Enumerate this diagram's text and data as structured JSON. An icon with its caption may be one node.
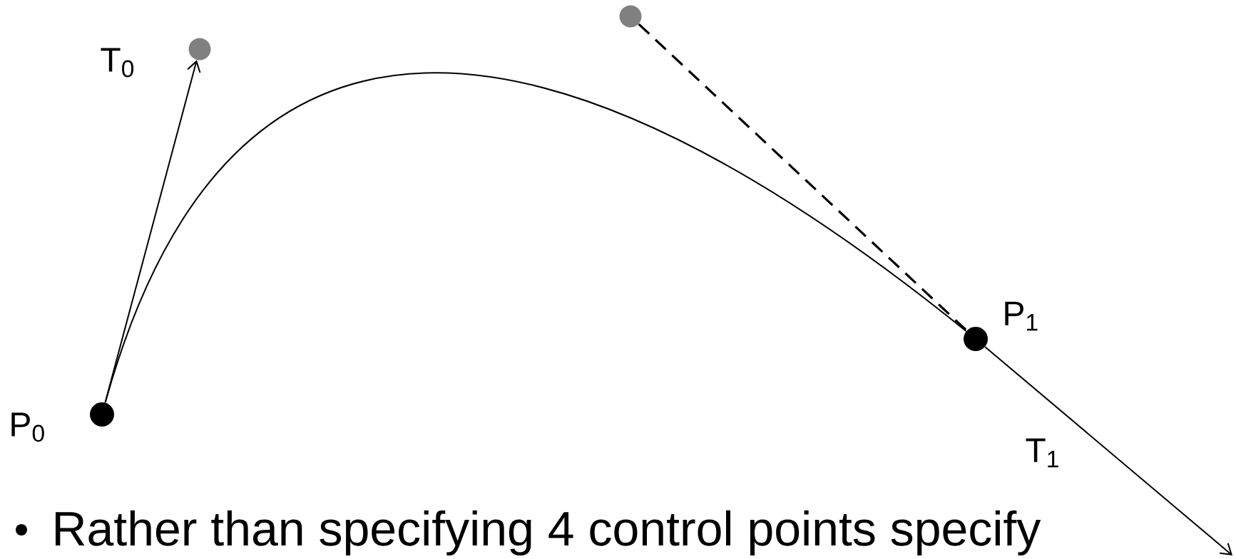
{
  "diagram": {
    "nodes": [
      {
        "text": [],
        "shape": "circle",
        "beside": [
          "P$_{0}$"
        ]
      },
      {
        "text": [],
        "shape": "circle"
      },
      {
        "text": [],
        "shape": "circle"
      },
      {
        "text": [],
        "shape": "circle",
        "beside": [
          "P$_{1}$"
        ]
      }
    ],
    "edges": [
      {
        "from": 0,
        "to": 1,
        "arrow": "to"
      },
      {
        "from": 0,
        "to": 3,
        "arrow": "none"
      },
      {
        "from": 2,
        "to": 3,
        "arrow": "none",
        "style": "dashed"
      },
      {
        "from": 3,
        "to": null,
        "arrow": "to"
      }
    ],
    "labels": [
      "T$_{0}$",
      "T$_{1}$",
      "Rather than specifying 4 control points specify"
    ]
  }
}
